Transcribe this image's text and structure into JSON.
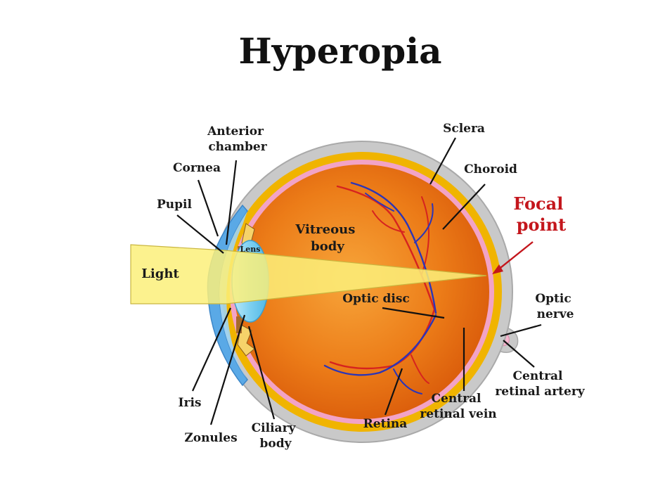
{
  "title": "Hyperopia",
  "labels": {
    "anterior_chamber": [
      "Anterior",
      "chamber"
    ],
    "cornea": "Cornea",
    "pupil": "Pupil",
    "lens": "Lens",
    "light": "Light",
    "vitreous_body": [
      "Vitreous",
      "body"
    ],
    "sclera": "Sclera",
    "choroid": "Choroid",
    "focal_point": [
      "Focal",
      "point"
    ],
    "optic_disc": "Optic disc",
    "optic_nerve": [
      "Optic",
      "nerve"
    ],
    "central_retinal_artery": [
      "Central",
      "retinal artery"
    ],
    "central_retinal_vein": [
      "Central",
      "retinal vein"
    ],
    "retina": "Retina",
    "ciliary_body": [
      "Ciliary",
      "body"
    ],
    "zonules": "Zonules",
    "iris": "Iris"
  },
  "colors": {
    "sclera": "#c9c9c9",
    "choroid": "#f0b400",
    "retina": "#f2a3c6",
    "vitreous": "#ee7a12",
    "cornea": "#5aa9e6",
    "lens": "#7ccff0",
    "light_beam": "#fbf07a",
    "vessel_red": "#d6231f",
    "vessel_blue": "#2b35b8",
    "focal_text": "#c4161c"
  }
}
